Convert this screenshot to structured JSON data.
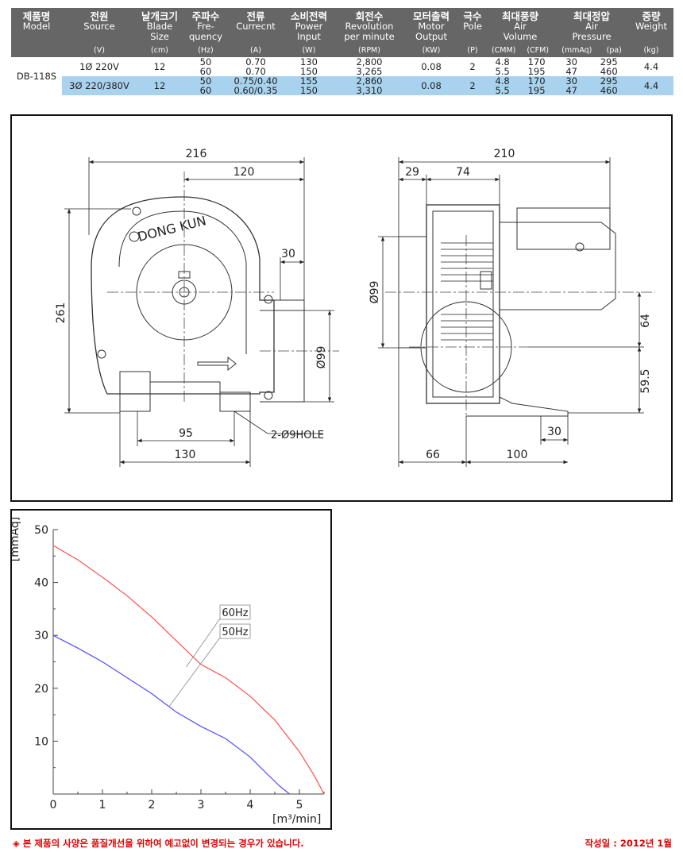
{
  "table": {
    "headers": [
      {
        "ko": "제품명",
        "en": [
          "Model"
        ],
        "unit": ""
      },
      {
        "ko": "전원",
        "en": [
          "Source"
        ],
        "unit": "(V)"
      },
      {
        "ko": "날개크기",
        "en": [
          "Blade",
          "Size"
        ],
        "unit": "(cm)"
      },
      {
        "ko": "주파수",
        "en": [
          "Fre-",
          "quency"
        ],
        "unit": "(Hz)"
      },
      {
        "ko": "전류",
        "en": [
          "Currecnt"
        ],
        "unit": "(A)"
      },
      {
        "ko": "소비전력",
        "en": [
          "Power",
          "Input"
        ],
        "unit": "(W)"
      },
      {
        "ko": "회전수",
        "en": [
          "Revolution",
          "per minute"
        ],
        "unit": "(RPM)"
      },
      {
        "ko": "모터출력",
        "en": [
          "Motor",
          "Output"
        ],
        "unit": "(KW)"
      },
      {
        "ko": "극수",
        "en": [
          "Pole"
        ],
        "unit": "(P)"
      },
      {
        "ko": "최대풍량",
        "en": [
          "Air",
          "Volume"
        ],
        "units": [
          "(CMM)",
          "(CFM)"
        ]
      },
      {
        "ko": "최대정압",
        "en": [
          "Air",
          "Pressure"
        ],
        "units": [
          "(mmAq)",
          "(pa)"
        ]
      },
      {
        "ko": "중량",
        "en": [
          "Weight"
        ],
        "unit": "(kg)"
      }
    ],
    "model": "DB-118S",
    "rows": [
      {
        "source": "1Ø 220V",
        "blade": "12",
        "freq": [
          "50",
          "60"
        ],
        "current": [
          "0.70",
          "0.70"
        ],
        "power": [
          "130",
          "150"
        ],
        "rpm": [
          "2,800",
          "3,265"
        ],
        "motor": "0.08",
        "pole": "2",
        "air_volume": [
          [
            "4.8",
            "170"
          ],
          [
            "5.5",
            "195"
          ]
        ],
        "air_pressure": [
          [
            "30",
            "295"
          ],
          [
            "47",
            "460"
          ]
        ],
        "weight": "4.4",
        "highlight": false
      },
      {
        "source": "3Ø 220/380V",
        "blade": "12",
        "freq": [
          "50",
          "60"
        ],
        "current": [
          "0.75/0.40",
          "0.60/0.35"
        ],
        "power": [
          "155",
          "150"
        ],
        "rpm": [
          "2,860",
          "3,310"
        ],
        "motor": "0.08",
        "pole": "2",
        "air_volume": [
          [
            "4.8",
            "170"
          ],
          [
            "5.5",
            "195"
          ]
        ],
        "air_pressure": [
          [
            "30",
            "295"
          ],
          [
            "47",
            "460"
          ]
        ],
        "weight": "4.4",
        "highlight": true
      }
    ]
  },
  "drawing": {
    "brand": "DONG KUN",
    "front": {
      "d_216": "216",
      "d_120": "120",
      "d_30": "30",
      "d_261": "261",
      "d_99": "Ø99",
      "d_95": "95",
      "d_130": "130",
      "hole": "2-Ø9HOLE"
    },
    "side": {
      "d_210": "210",
      "d_29": "29",
      "d_74": "74",
      "d_99": "Ø99",
      "d_64": "64",
      "d_59_5": "59.5",
      "d_30": "30",
      "d_66": "66",
      "d_100": "100"
    }
  },
  "chart_data": {
    "type": "line",
    "ylabel": "[mmAq]",
    "xlabel": "[m³/min]",
    "xlim": [
      0,
      5.5
    ],
    "ylim": [
      0,
      50
    ],
    "xticks": [
      0,
      1,
      2,
      3,
      4,
      5
    ],
    "yticks": [
      10,
      20,
      30,
      40,
      50
    ],
    "series": [
      {
        "name": "60Hz",
        "color": "#ff4d4d",
        "x": [
          0,
          0.5,
          1,
          1.5,
          2,
          2.5,
          3,
          3.5,
          4,
          4.5,
          5,
          5.3,
          5.5
        ],
        "y": [
          47,
          44.3,
          41,
          37.5,
          33.5,
          29,
          24.5,
          22,
          18.5,
          14,
          8,
          3.5,
          0
        ]
      },
      {
        "name": "50Hz",
        "color": "#4d4dff",
        "x": [
          0,
          0.5,
          1,
          1.5,
          2,
          2.5,
          3,
          3.5,
          4,
          4.3,
          4.6,
          4.8
        ],
        "y": [
          30,
          27.6,
          25,
          22,
          19,
          15.5,
          12.8,
          10.5,
          7,
          4.2,
          1.5,
          0
        ]
      }
    ]
  },
  "footer": {
    "notice": "◈ 본 제품의 사양은 품질개선을 위하여 예고없이 변경되는 경우가 있습니다.",
    "date": "작성일 : 2012년 1월"
  }
}
